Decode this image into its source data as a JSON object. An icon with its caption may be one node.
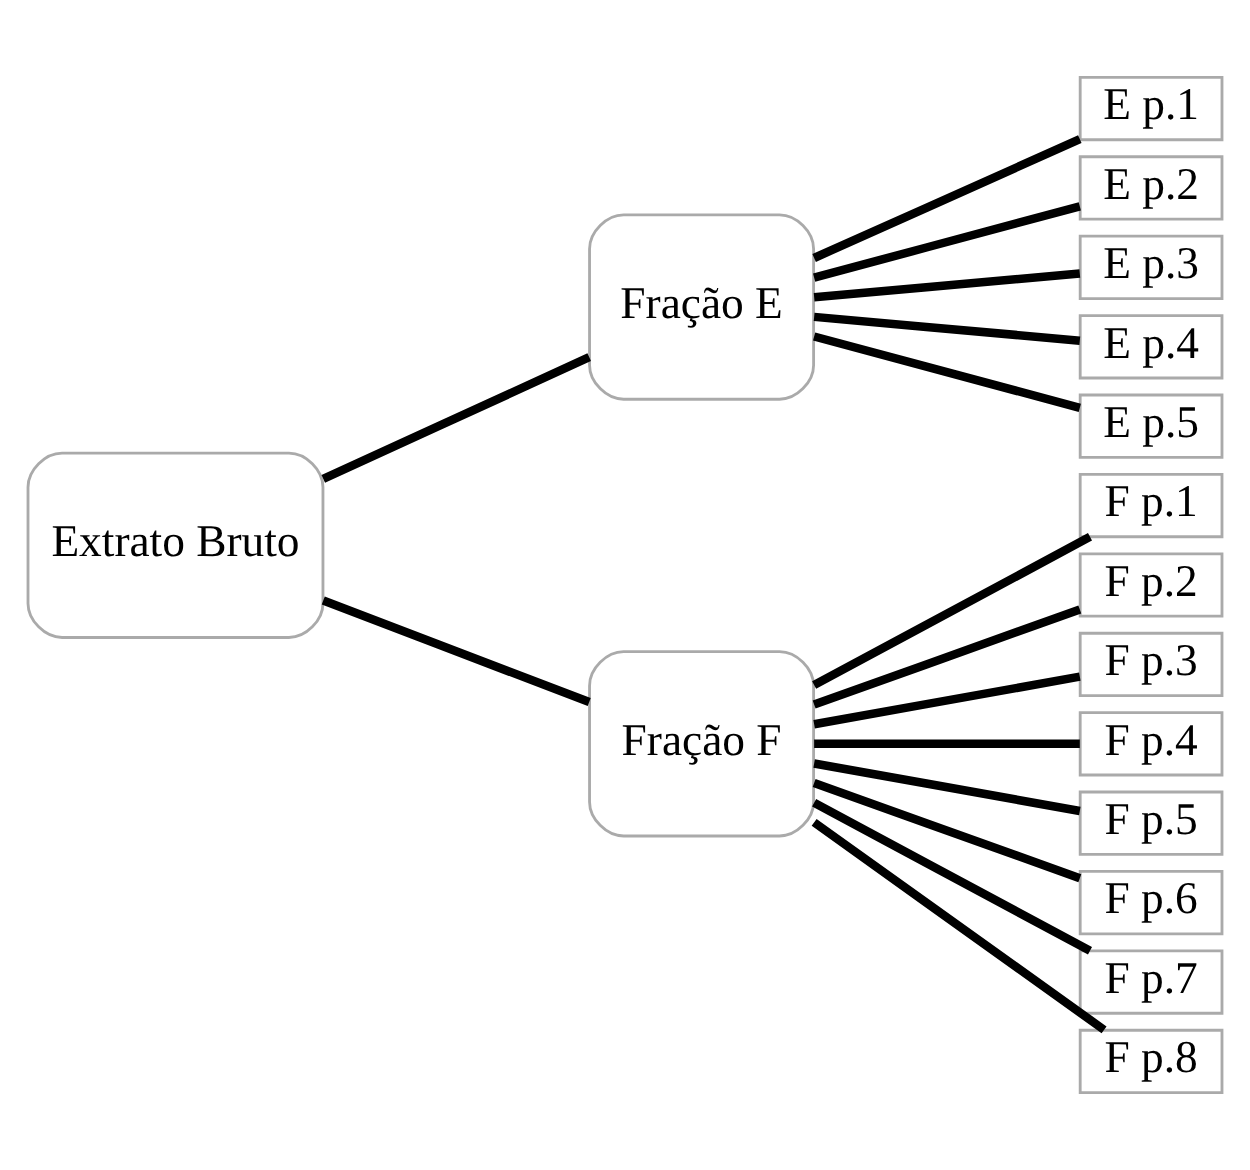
{
  "diagram": {
    "nodes": [
      {
        "text": [
          "Extrato Bruto"
        ]
      },
      {
        "text": [
          "Fração E"
        ]
      },
      {
        "text": [
          "Fração F"
        ]
      },
      {
        "text": [
          "E p.1"
        ]
      },
      {
        "text": [
          "E p.2"
        ]
      },
      {
        "text": [
          "E p.3"
        ]
      },
      {
        "text": [
          "E p.4"
        ]
      },
      {
        "text": [
          "E p.5"
        ]
      },
      {
        "text": [
          "F p.1"
        ]
      },
      {
        "text": [
          "F p.2"
        ]
      },
      {
        "text": [
          "F p.3"
        ]
      },
      {
        "text": [
          "F p.4"
        ]
      },
      {
        "text": [
          "F p.5"
        ]
      },
      {
        "text": [
          "F p.6"
        ]
      },
      {
        "text": [
          "F p.7"
        ]
      },
      {
        "text": [
          "F p.8"
        ]
      }
    ],
    "edges": [
      {
        "from": 0,
        "to": 1,
        "arrow": "none"
      },
      {
        "from": 0,
        "to": 2,
        "arrow": "none"
      },
      {
        "from": 1,
        "to": 3,
        "arrow": "none"
      },
      {
        "from": 1,
        "to": 4,
        "arrow": "none"
      },
      {
        "from": 1,
        "to": 5,
        "arrow": "none"
      },
      {
        "from": 1,
        "to": 6,
        "arrow": "none"
      },
      {
        "from": 1,
        "to": 7,
        "arrow": "none"
      },
      {
        "from": 2,
        "to": 8,
        "arrow": "none"
      },
      {
        "from": 2,
        "to": 9,
        "arrow": "none"
      },
      {
        "from": 2,
        "to": 10,
        "arrow": "none"
      },
      {
        "from": 2,
        "to": 11,
        "arrow": "none"
      },
      {
        "from": 2,
        "to": 12,
        "arrow": "none"
      },
      {
        "from": 2,
        "to": 13,
        "arrow": "none"
      },
      {
        "from": 2,
        "to": 14,
        "arrow": "none"
      },
      {
        "from": 2,
        "to": 15,
        "arrow": "none"
      }
    ]
  }
}
